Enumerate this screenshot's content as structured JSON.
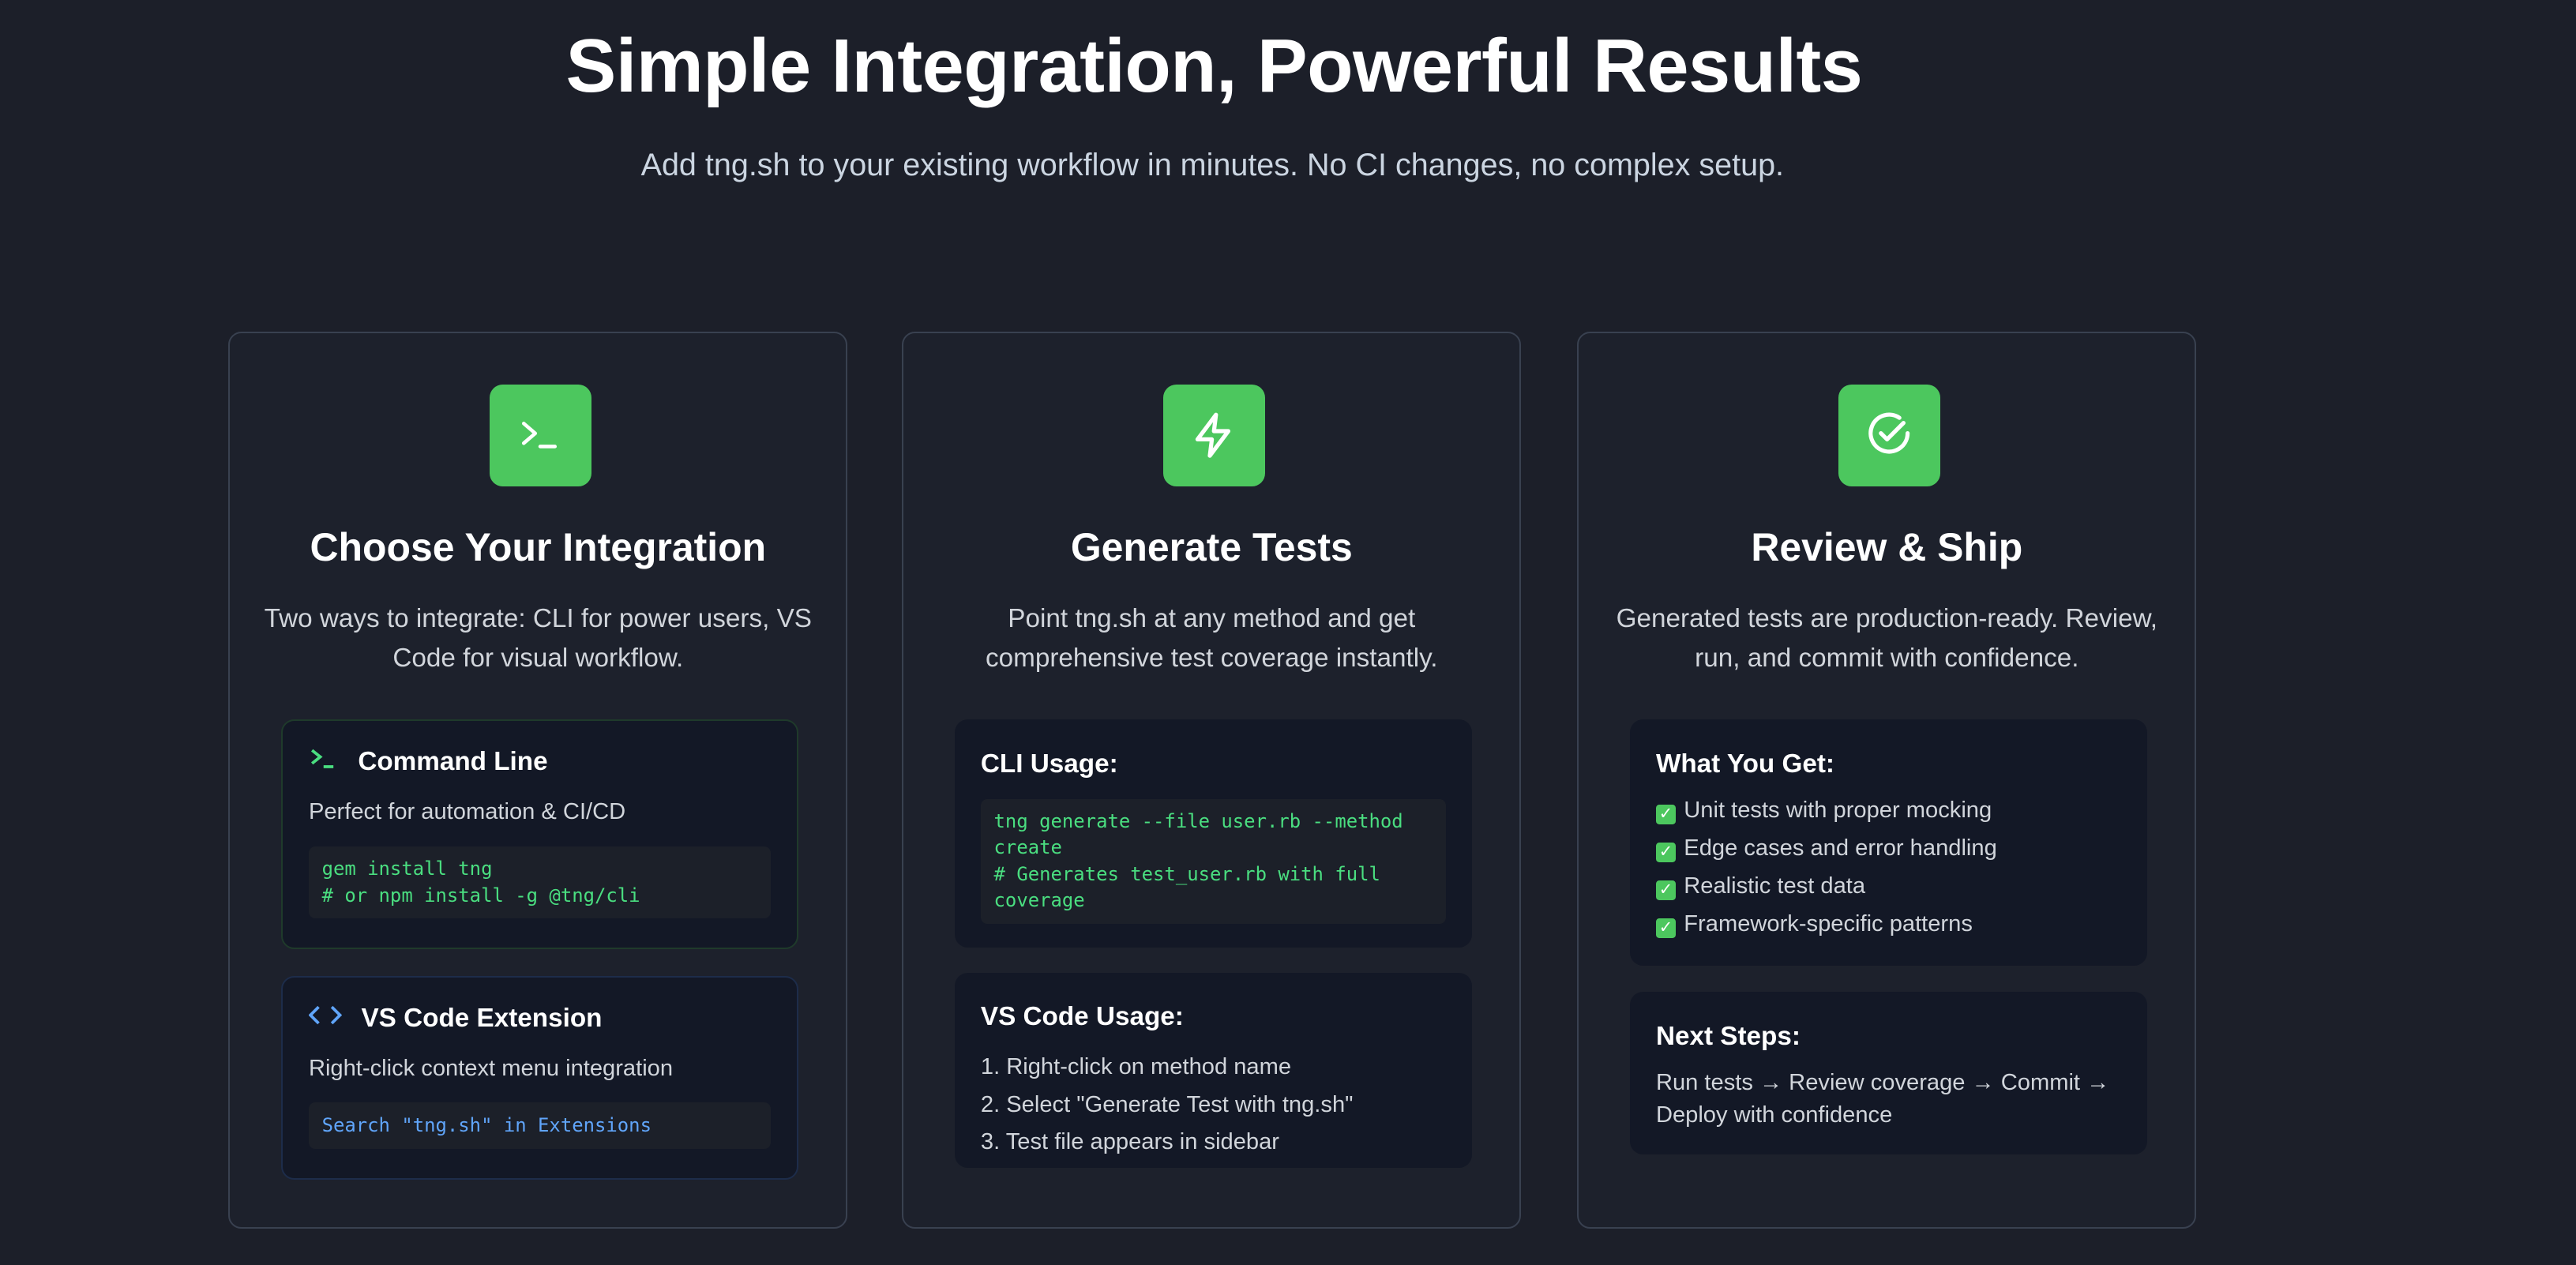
{
  "header": {
    "title": "Simple Integration, Powerful Results",
    "subtitle": "Add tng.sh to your existing workflow in minutes. No CI changes, no complex setup."
  },
  "colors": {
    "accent": "#4cc75e",
    "code_green": "#4ade80",
    "code_blue": "#60a5fa"
  },
  "cards": [
    {
      "icon": "terminal-icon",
      "title": "Choose Your Integration",
      "description": "Two ways to integrate: CLI for power users, VS Code for visual workflow.",
      "boxes": [
        {
          "icon": "terminal-icon",
          "title": "Command Line",
          "text": "Perfect for automation & CI/CD",
          "code": "gem install tng\n# or npm install -g @tng/cli"
        },
        {
          "icon": "code-brackets-icon",
          "title": "VS Code Extension",
          "text": "Right-click context menu integration",
          "code": "Search \"tng.sh\" in Extensions"
        }
      ]
    },
    {
      "icon": "lightning-icon",
      "title": "Generate Tests",
      "description": "Point tng.sh at any method and get comprehensive test coverage instantly.",
      "boxes": [
        {
          "title": "CLI Usage:",
          "code": "tng generate --file user.rb --method create\n# Generates test_user.rb with full coverage"
        },
        {
          "title": "VS Code Usage:",
          "items": [
            "1. Right-click on method name",
            "2. Select \"Generate Test with tng.sh\"",
            "3. Test file appears in sidebar"
          ]
        }
      ]
    },
    {
      "icon": "check-circle-icon",
      "title": "Review & Ship",
      "description": "Generated tests are production-ready. Review, run, and commit with confidence.",
      "boxes": [
        {
          "title": "What You Get:",
          "items": [
            "Unit tests with proper mocking",
            "Edge cases and error handling",
            "Realistic test data",
            "Framework-specific patterns"
          ]
        },
        {
          "title": "Next Steps:",
          "text": "Run tests → Review coverage → Commit → Deploy with confidence"
        }
      ]
    }
  ]
}
